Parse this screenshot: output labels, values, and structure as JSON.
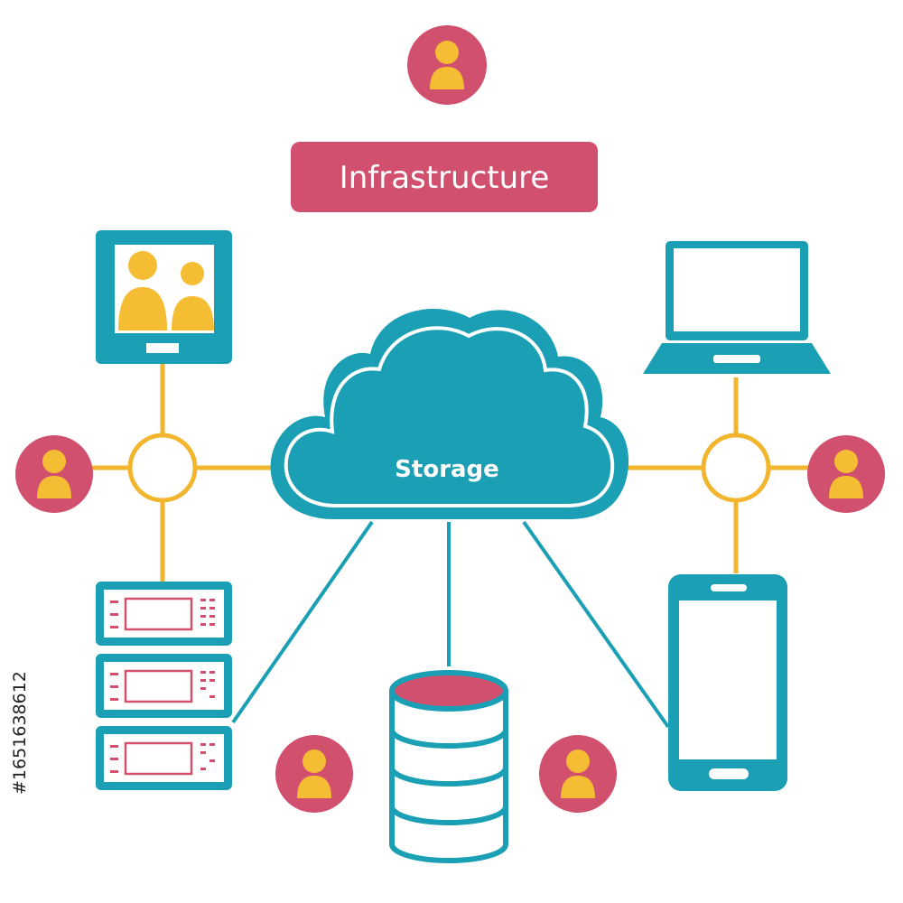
{
  "title": {
    "text": "Infrastructure"
  },
  "cloud": {
    "label": "Storage"
  },
  "watermark": {
    "id": "#165163861​2"
  },
  "colors": {
    "teal": "#1b9fb4",
    "pink": "#d0506e",
    "yellow": "#f5bd33",
    "white": "#ffffff",
    "line_yellow": "#f2b62e"
  },
  "icons": [
    "user-avatar-icon",
    "monitor-icon",
    "laptop-icon",
    "cloud-icon",
    "server-rack-icon",
    "database-icon",
    "smartphone-icon",
    "hub-node-icon"
  ]
}
